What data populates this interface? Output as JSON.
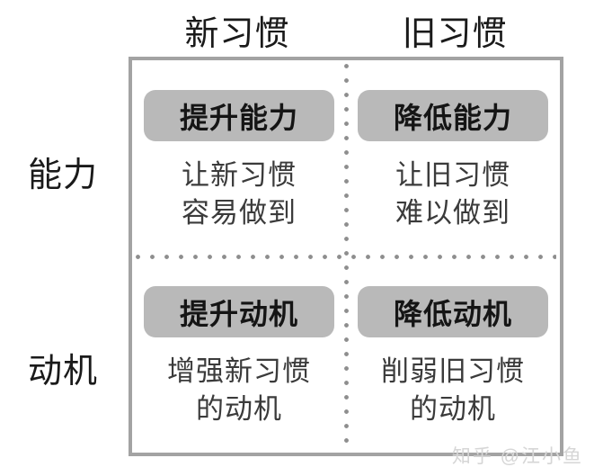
{
  "diagram": {
    "type": "2x2-matrix",
    "column_headers": [
      "新习惯",
      "旧习惯"
    ],
    "row_labels": [
      "能力",
      "动机"
    ],
    "cells": [
      {
        "row": "能力",
        "column": "新习惯",
        "badge": "提升能力",
        "lines": [
          "让新习惯",
          "容易做到"
        ]
      },
      {
        "row": "能力",
        "column": "旧习惯",
        "badge": "降低能力",
        "lines": [
          "让旧习惯",
          "难以做到"
        ]
      },
      {
        "row": "动机",
        "column": "新习惯",
        "badge": "提升动机",
        "lines": [
          "增强新习惯",
          "的动机"
        ]
      },
      {
        "row": "动机",
        "column": "旧习惯",
        "badge": "降低动机",
        "lines": [
          "削弱旧习惯",
          "的动机"
        ]
      }
    ]
  },
  "watermark": {
    "text": "知乎 @江小鱼"
  },
  "colors": {
    "frame_border": "#a3a3a3",
    "divider_dots": "#8e8e8e",
    "badge_background": "#b9b9b9",
    "badge_text": "#151515",
    "body_text": "#3b3b3b",
    "header_text": "#1a1a1a",
    "watermark_text": "#d6d6d6",
    "page_background": "#ffffff"
  }
}
